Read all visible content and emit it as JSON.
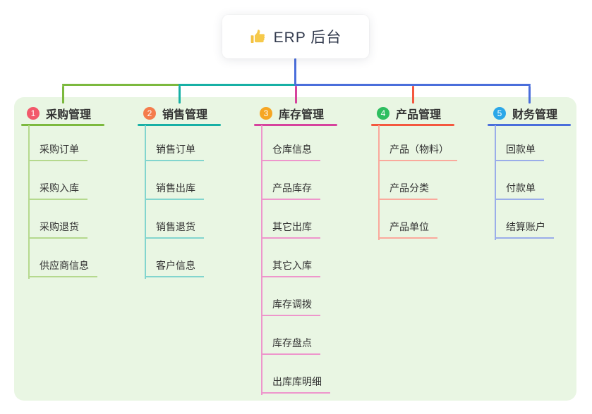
{
  "root": {
    "title": "ERP 后台",
    "icon": "thumbs-up-icon"
  },
  "branches": [
    {
      "index": "1",
      "title": "采购管理",
      "badge_color": "#F2596B",
      "line_color": "#7CB93E",
      "child_line_color": "#B5D98E",
      "children": [
        "采购订单",
        "采购入库",
        "采购退货",
        "供应商信息"
      ]
    },
    {
      "index": "2",
      "title": "销售管理",
      "badge_color": "#F47C4C",
      "line_color": "#17B0A5",
      "child_line_color": "#82D5CE",
      "children": [
        "销售订单",
        "销售出库",
        "销售退货",
        "客户信息"
      ]
    },
    {
      "index": "3",
      "title": "库存管理",
      "badge_color": "#F6A623",
      "line_color": "#D6439D",
      "child_line_color": "#EE96CC",
      "children": [
        "仓库信息",
        "产品库存",
        "其它出库",
        "其它入库",
        "库存调拨",
        "库存盘点",
        "出库库明细"
      ]
    },
    {
      "index": "4",
      "title": "产品管理",
      "badge_color": "#2EBE60",
      "line_color": "#F4583F",
      "child_line_color": "#FAA99C",
      "children": [
        "产品（物料）",
        "产品分类",
        "产品单位"
      ]
    },
    {
      "index": "5",
      "title": "财务管理",
      "badge_color": "#2BA7E8",
      "line_color": "#4A6EDB",
      "child_line_color": "#9AADE9",
      "children": [
        "回款单",
        "付款单",
        "结算账户"
      ]
    }
  ],
  "colors": {
    "panel_bg": "#E9F6E3",
    "root_connector": "#4A6EDB",
    "root_text": "#333B4E",
    "child_text": "#333333",
    "icon_yellow": "#F3C140"
  }
}
